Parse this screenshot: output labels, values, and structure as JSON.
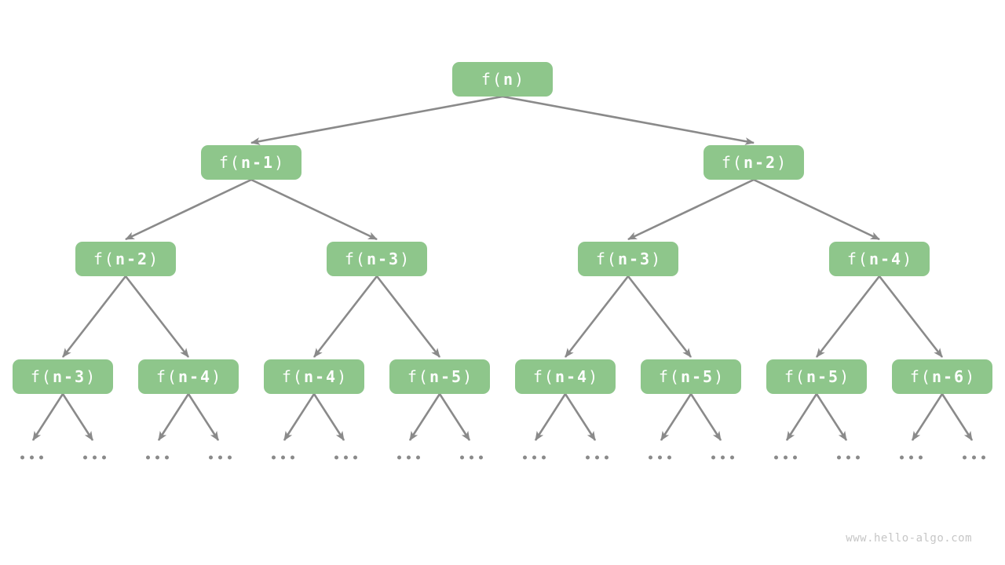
{
  "diagram": {
    "watermark": "www.hello-algo.com",
    "node_label_prefix": "f(",
    "node_label_suffix": ")",
    "levels": [
      [
        "n"
      ],
      [
        "n-1",
        "n-2"
      ],
      [
        "n-2",
        "n-3",
        "n-3",
        "n-4"
      ],
      [
        "n-3",
        "n-4",
        "n-4",
        "n-5",
        "n-4",
        "n-5",
        "n-5",
        "n-6"
      ]
    ],
    "leaves": [
      "...",
      "...",
      "...",
      "...",
      "...",
      "...",
      "...",
      "...",
      "...",
      "...",
      "...",
      "...",
      "...",
      "...",
      "...",
      "..."
    ],
    "colors": {
      "node_fill": "#8EC68B",
      "node_text": "#FFFFFF",
      "edge": "#8A8A8A",
      "ellipsis": "#8A8A8A",
      "watermark": "#C6C6C6"
    }
  }
}
